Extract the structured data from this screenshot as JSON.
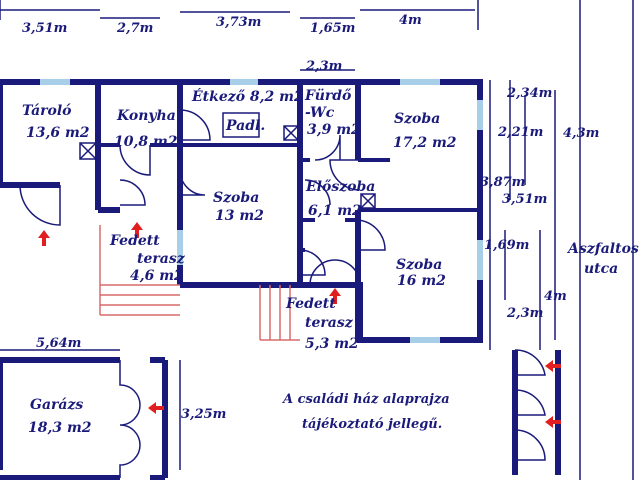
{
  "rooms": {
    "tarolo": {
      "name": "Tároló",
      "area": "13,6 m2"
    },
    "konyha": {
      "name": "Konyha",
      "area": "10,8 m2"
    },
    "etkezo": {
      "name": "Étkező 8,2 m2"
    },
    "padl": {
      "name": "Padl."
    },
    "furdo": {
      "name1": "Fürdő",
      "name2": "-Wc",
      "area": "3,9 m2"
    },
    "szoba1": {
      "name": "Szoba",
      "area": "17,2 m2"
    },
    "szoba2": {
      "name": "Szoba",
      "area": "13 m2"
    },
    "eloszoba": {
      "name": "Előszoba",
      "area": "6,1 m2"
    },
    "szoba3": {
      "name": "Szoba",
      "area": "16 m2"
    },
    "fedett1": {
      "name1": "Fedett",
      "name2": "terasz",
      "area": "4,6 m2"
    },
    "fedett2": {
      "name1": "Fedett",
      "name2": "terasz",
      "area": "5,3 m2"
    },
    "garazs": {
      "name": "Garázs",
      "area": "18,3 m2"
    }
  },
  "dimensions": {
    "top1": "3,51m",
    "top2": "2,7m",
    "top3": "3,73m",
    "top4": "1,65m",
    "top5": "4m",
    "furdo_w": "2,3m",
    "r1": "2,34m",
    "r2": "2,21m",
    "r3": "4,3m",
    "r4": "3,87m",
    "r5": "3,51m",
    "r6": "1,69m",
    "r7": "4m",
    "r8": "2,3m",
    "garage_w": "5,64m",
    "garage_h": "3,25m"
  },
  "street": {
    "line1": "Aszfaltos",
    "line2": "utca"
  },
  "note": {
    "line1": "A családi ház alaprajza",
    "line2": "tájékoztató jellegű."
  },
  "colors": {
    "wall": "#1a1a7a",
    "window": "#a8cfe8",
    "arrow": "#e02020",
    "stairs": "#d96a6a"
  }
}
